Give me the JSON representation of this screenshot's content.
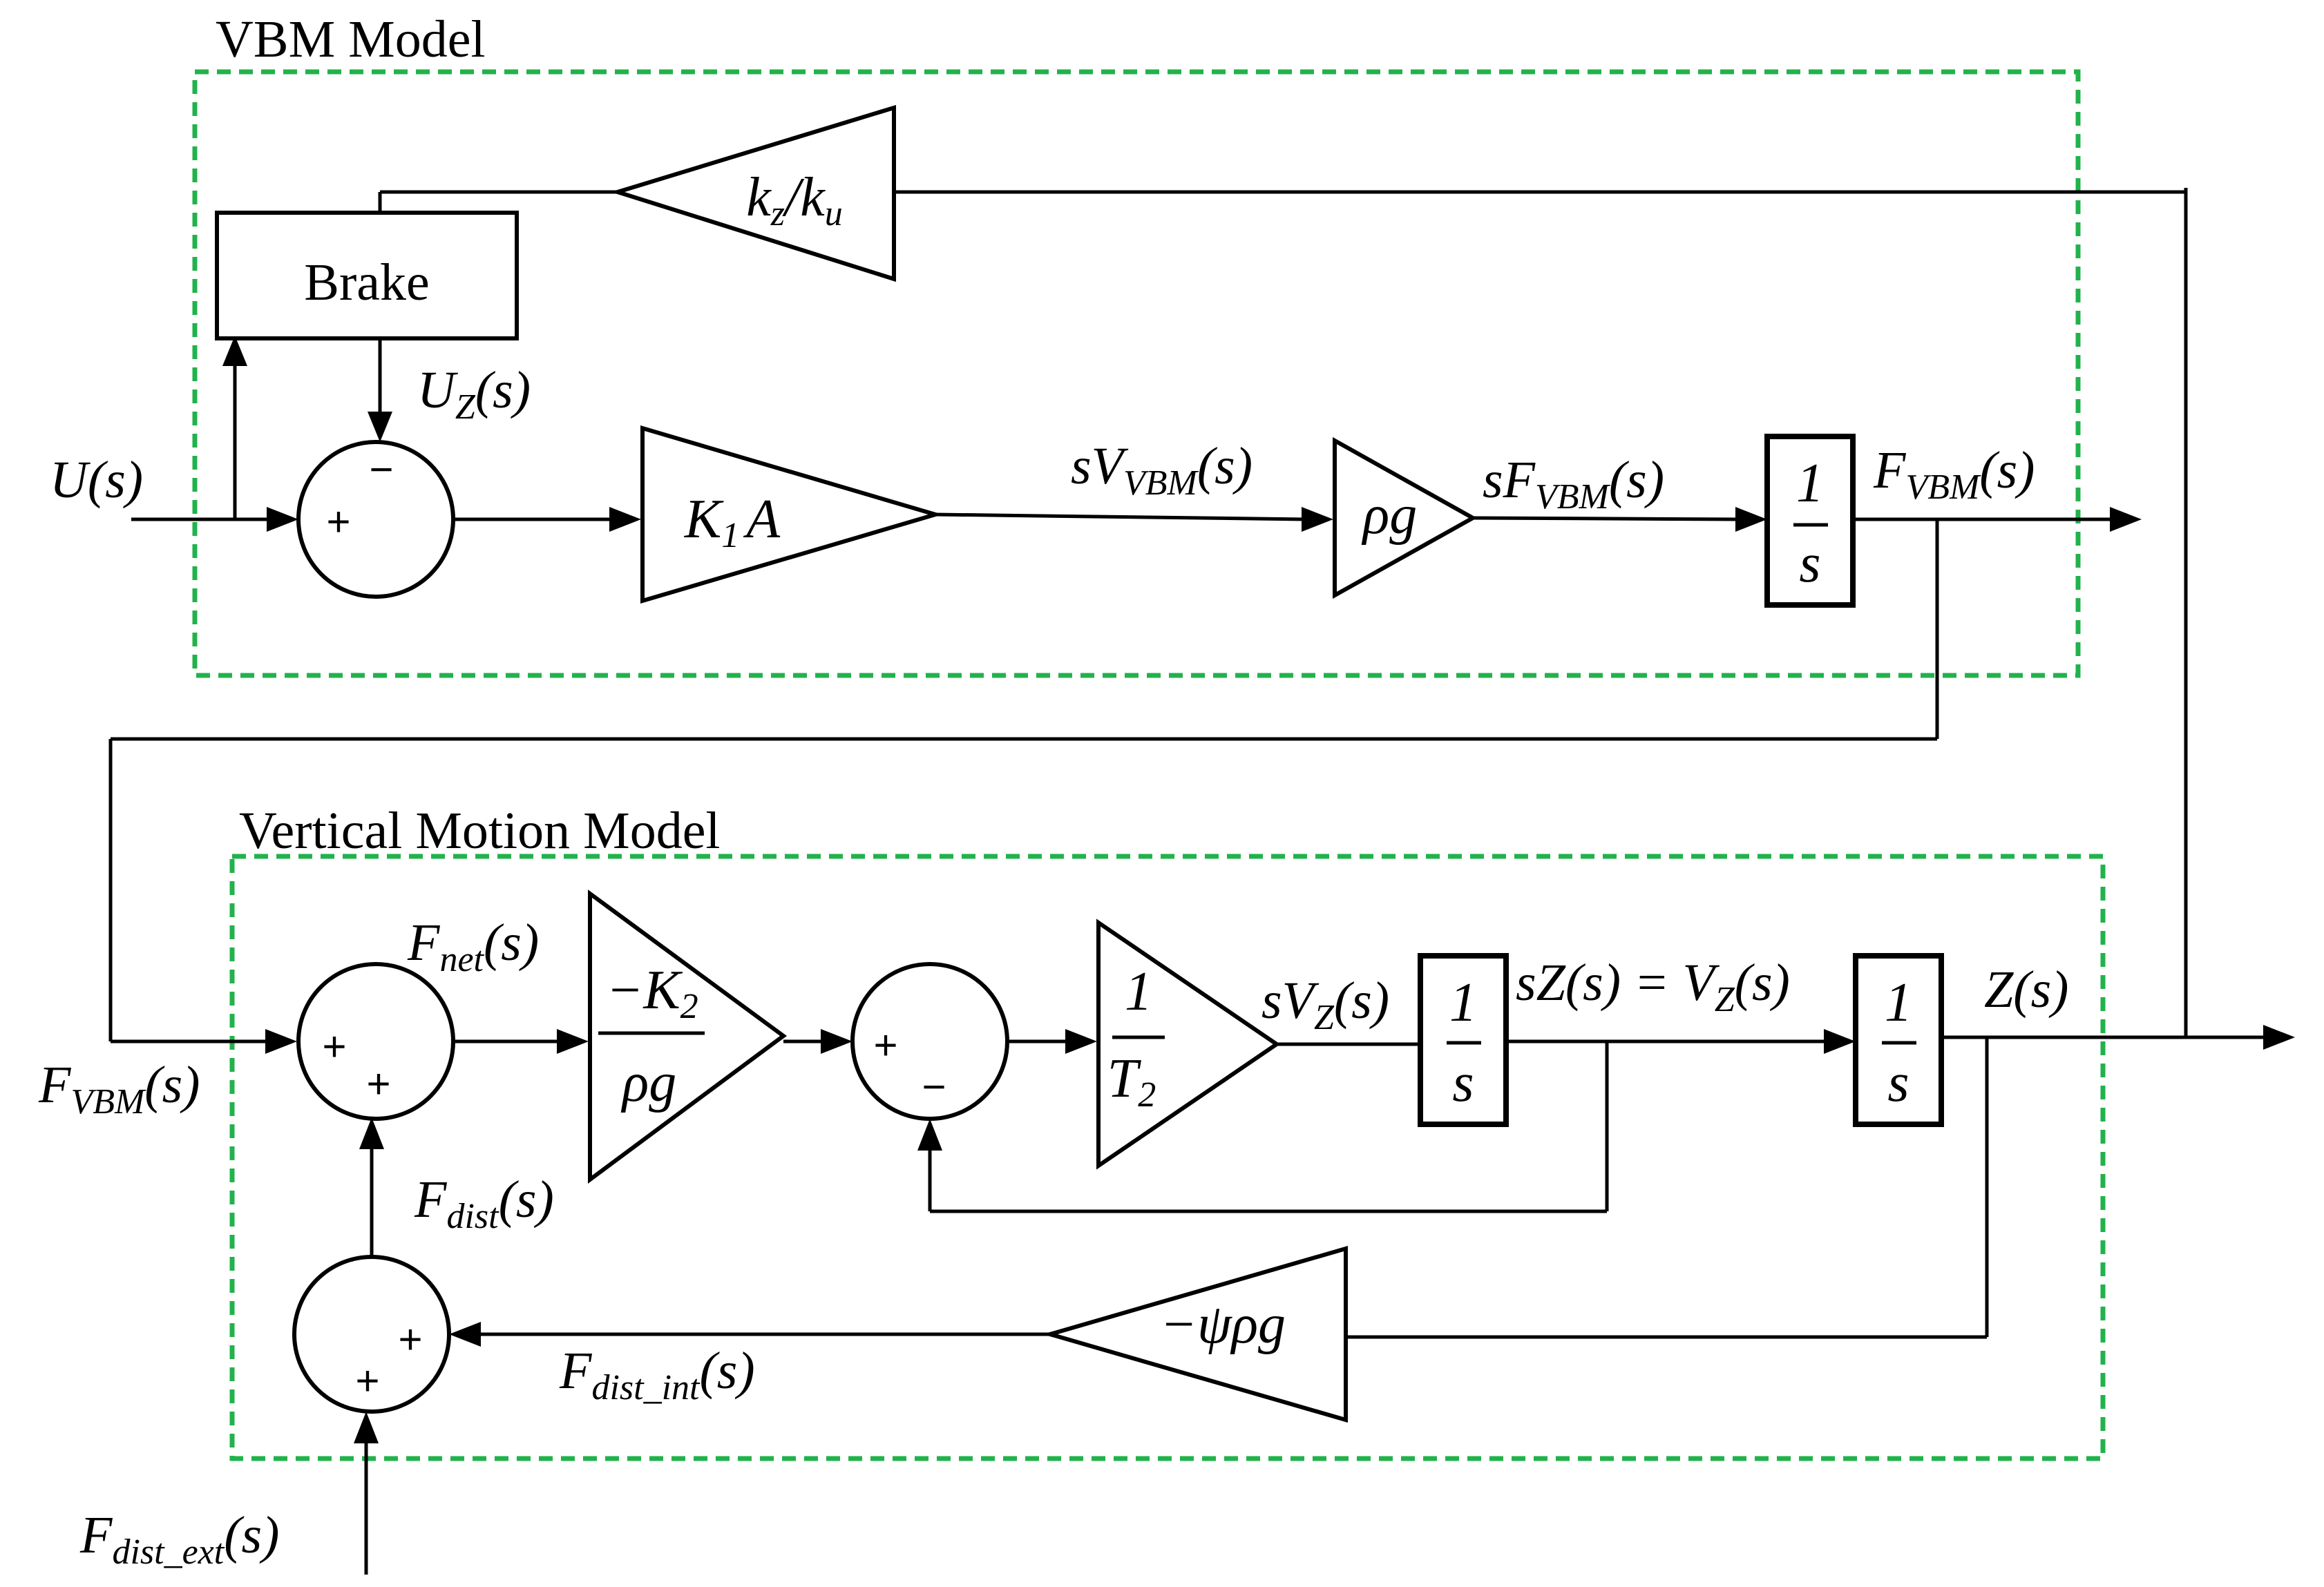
{
  "frames": {
    "vbm_title": "VBM Model",
    "vertical_title": "Vertical Motion Model"
  },
  "blocks": {
    "brake": "Brake",
    "kz_ku": {
      "a": "k",
      "a_sub": "z",
      "slash": "/",
      "b": "k",
      "b_sub": "u"
    },
    "k1a": {
      "a": "K",
      "a_sub": "1",
      "b": "A"
    },
    "rho_g": "ρg",
    "integrator": {
      "num": "1",
      "den": "s"
    },
    "minus_k2": {
      "num": "−K",
      "num_sub": "2",
      "den": "ρg"
    },
    "one_over_t2": {
      "num": "1",
      "den": "T",
      "den_sub": "2"
    },
    "minus_psi_rho_g": "−ψρg"
  },
  "signals": {
    "u": "U(s)",
    "uz": {
      "main": "U",
      "sub": "Z",
      "rest": "(s)"
    },
    "svvbm": {
      "main": "sV",
      "sub": "VBM",
      "rest": "(s)"
    },
    "sfvbm": {
      "main": "sF",
      "sub": "VBM",
      "rest": "(s)"
    },
    "fvbm_out": {
      "main": "F",
      "sub": "VBM",
      "rest": "(s)"
    },
    "fvbm_in": {
      "main": "F",
      "sub": "VBM",
      "rest": "(s)"
    },
    "fnet": {
      "main": "F",
      "sub": "net",
      "rest": "(s)"
    },
    "fdist": {
      "main": "F",
      "sub": "dist",
      "rest": "(s)"
    },
    "svz": {
      "main": "sV",
      "sub": "Z",
      "rest": "(s)"
    },
    "sz_vz": {
      "a": "sZ(s) = V",
      "sub": "Z",
      "rest": "(s)"
    },
    "z": "Z(s)",
    "fdist_int": {
      "main": "F",
      "sub": "dist_int",
      "rest": "(s)"
    },
    "fdist_ext": {
      "main": "F",
      "sub": "dist_ext",
      "rest": "(s)"
    }
  },
  "signs": {
    "sum1_plus": "+",
    "sum1_minus": "−",
    "sum2_plus_a": "+",
    "sum2_plus_b": "+",
    "sum3_plus": "+",
    "sum3_minus": "−",
    "sum4_plus_a": "+",
    "sum4_plus_b": "+"
  },
  "colors": {
    "frame": "#22b24c",
    "line": "#000000"
  }
}
